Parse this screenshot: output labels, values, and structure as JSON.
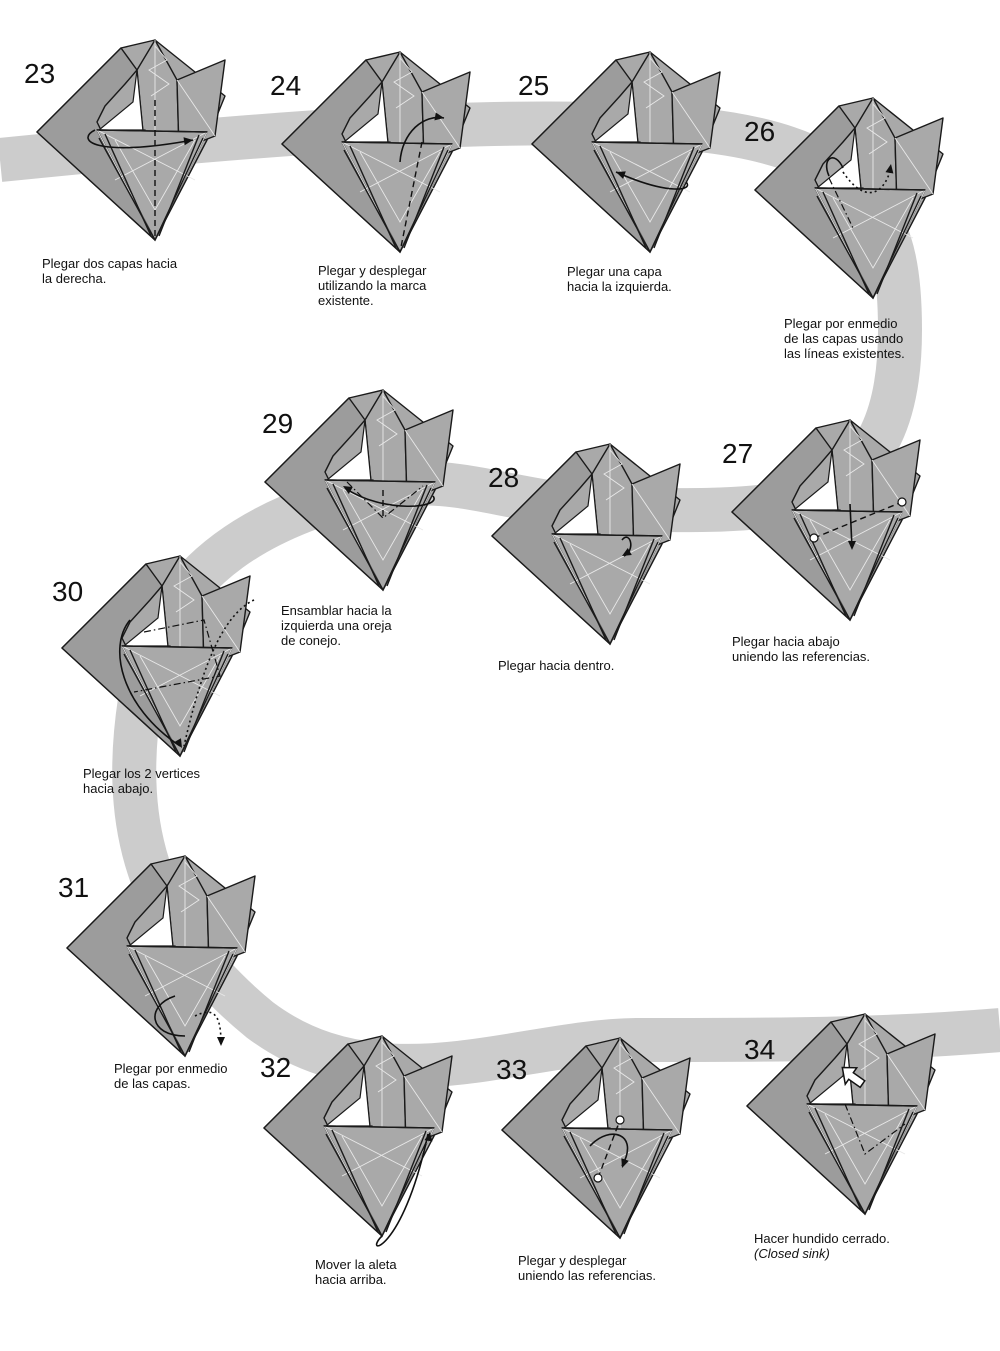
{
  "steps": [
    {
      "num": "23",
      "caption": [
        "Plegar dos capas hacia",
        "la derecha."
      ]
    },
    {
      "num": "24",
      "caption": [
        "Plegar y desplegar",
        "utilizando la marca",
        "existente."
      ]
    },
    {
      "num": "25",
      "caption": [
        "Plegar una capa",
        "hacia la izquierda."
      ]
    },
    {
      "num": "26",
      "caption": [
        "Plegar por enmedio",
        "de las capas usando",
        "las líneas existentes."
      ]
    },
    {
      "num": "27",
      "caption": [
        "Plegar hacia abajo",
        "uniendo las referencias."
      ]
    },
    {
      "num": "28",
      "caption": [
        "Plegar hacia dentro."
      ]
    },
    {
      "num": "29",
      "caption": [
        "Ensamblar hacia la",
        "izquierda una oreja",
        "de conejo."
      ]
    },
    {
      "num": "30",
      "caption": [
        "Plegar los 2 vertices",
        "hacia abajo."
      ]
    },
    {
      "num": "31",
      "caption": [
        "Plegar por enmedio",
        "de las capas."
      ]
    },
    {
      "num": "32",
      "caption": [
        "Mover la aleta",
        "hacia arriba."
      ]
    },
    {
      "num": "33",
      "caption": [
        "Plegar y desplegar",
        "uniendo las referencias."
      ]
    },
    {
      "num": "34",
      "caption": [
        "Hacer hundido cerrado.",
        "(Closed sink)"
      ]
    }
  ],
  "colors": {
    "paper": "#a9a9a9",
    "path_band": "#cccccc",
    "ink": "#1a1a1a",
    "background": "#ffffff"
  }
}
